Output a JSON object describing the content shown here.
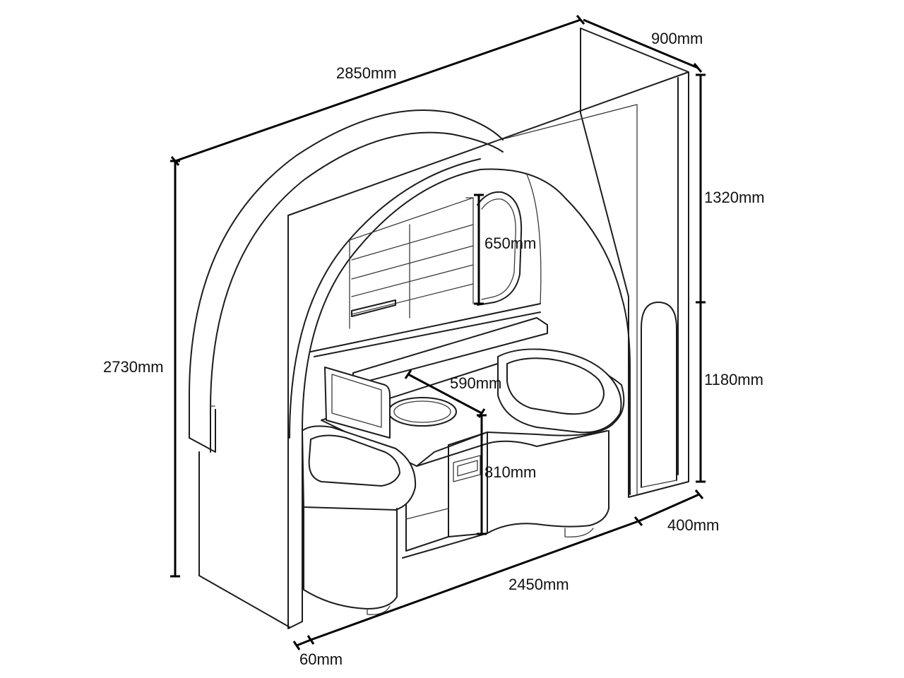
{
  "dimensions": {
    "total_width": "2850mm",
    "depth": "900mm",
    "total_height": "2730mm",
    "upper_height": "1320mm",
    "lower_height": "1180mm",
    "window_height": "650mm",
    "sink_width": "590mm",
    "counter_height": "810mm",
    "toe_depth": "400mm",
    "counter_length": "2450mm",
    "panel_thickness": "60mm"
  }
}
